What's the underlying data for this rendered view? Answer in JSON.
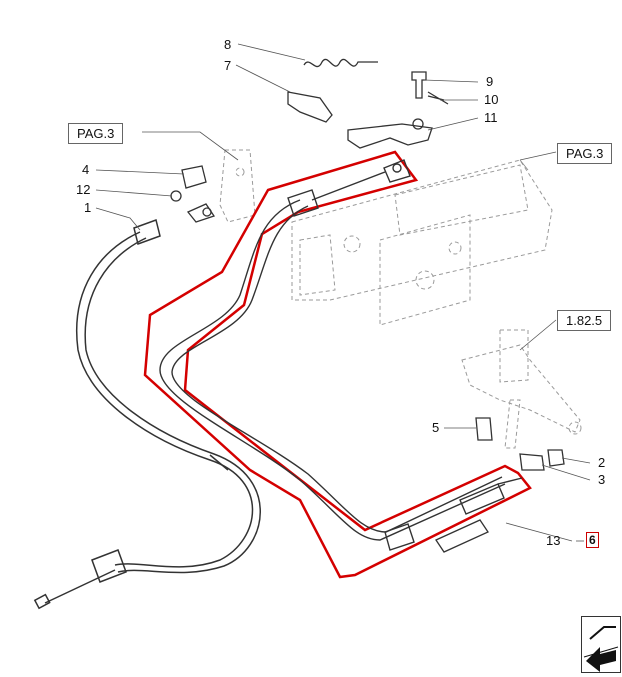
{
  "callouts": [
    {
      "id": "c8",
      "label": "8"
    },
    {
      "id": "c7",
      "label": "7"
    },
    {
      "id": "c9",
      "label": "9"
    },
    {
      "id": "c10",
      "label": "10"
    },
    {
      "id": "c11",
      "label": "11"
    },
    {
      "id": "c4",
      "label": "4"
    },
    {
      "id": "c12",
      "label": "12"
    },
    {
      "id": "c1",
      "label": "1"
    },
    {
      "id": "c5",
      "label": "5"
    },
    {
      "id": "c2",
      "label": "2"
    },
    {
      "id": "c3",
      "label": "3"
    },
    {
      "id": "c13",
      "label": "13"
    }
  ],
  "references": {
    "pag3_left": "PAG.3",
    "pag3_right": "PAG.3",
    "ref_1825": "1.82.5"
  },
  "quantity_badge": "6",
  "colors": {
    "highlight": "#d40000",
    "line": "#333333",
    "ghost": "#9a9a9a"
  },
  "nav_icon": "previous-page-arrow-icon"
}
